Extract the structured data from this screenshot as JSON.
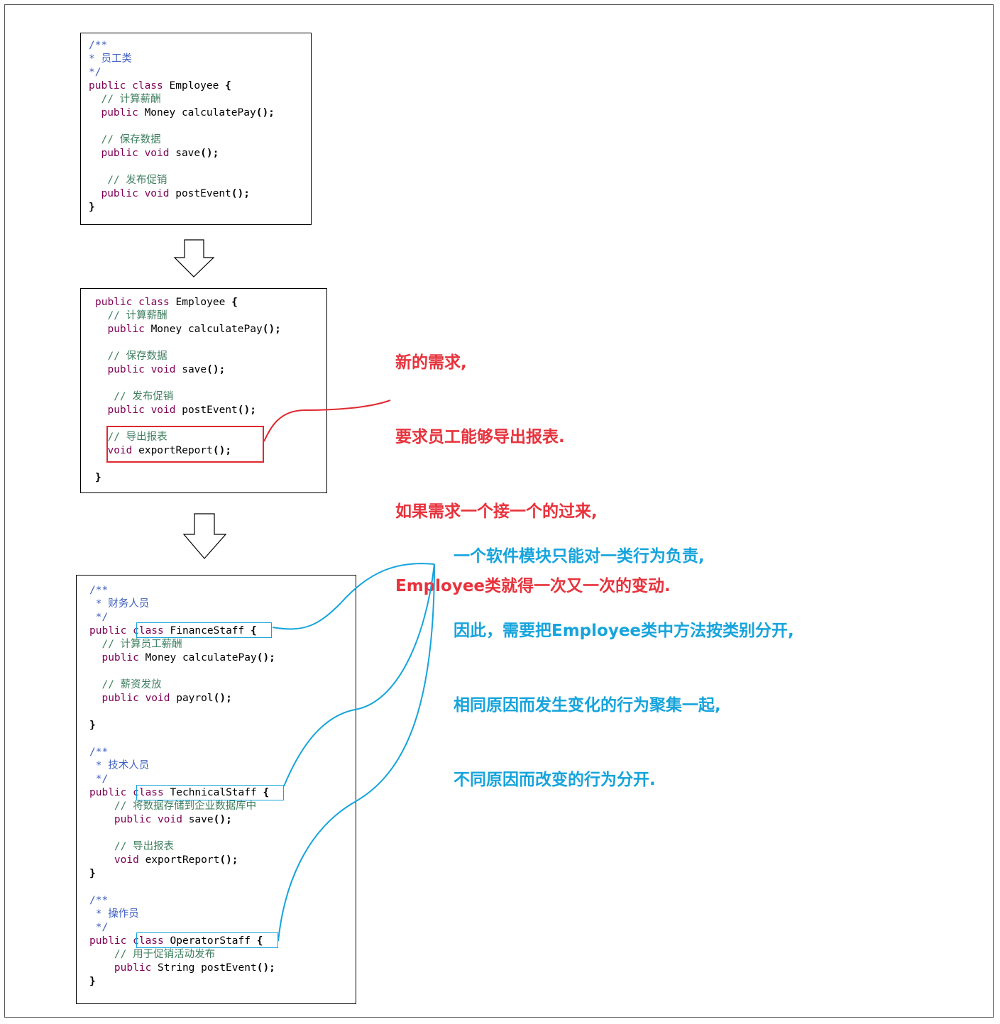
{
  "box1": {
    "lines": [
      [
        {
          "t": "/**",
          "c": "doc"
        }
      ],
      [
        {
          "t": "* 员工类",
          "c": "doc"
        }
      ],
      [
        {
          "t": "*/",
          "c": "doc"
        }
      ],
      [
        {
          "t": "public class ",
          "c": "kw"
        },
        {
          "t": "Employee ",
          "c": "plain"
        },
        {
          "t": "{",
          "c": "brace"
        }
      ],
      [
        {
          "t": "  // 计算薪酬",
          "c": "comment"
        }
      ],
      [
        {
          "t": "  public ",
          "c": "kw"
        },
        {
          "t": "Money calculatePay",
          "c": "plain"
        },
        {
          "t": "();",
          "c": "brace"
        }
      ],
      [],
      [
        {
          "t": "  // 保存数据",
          "c": "comment"
        }
      ],
      [
        {
          "t": "  public void ",
          "c": "kw"
        },
        {
          "t": "save",
          "c": "plain"
        },
        {
          "t": "();",
          "c": "brace"
        }
      ],
      [],
      [
        {
          "t": "   // 发布促销",
          "c": "comment"
        }
      ],
      [
        {
          "t": "  public void ",
          "c": "kw"
        },
        {
          "t": "postEvent",
          "c": "plain"
        },
        {
          "t": "();",
          "c": "brace"
        }
      ],
      [
        {
          "t": "}",
          "c": "brace"
        }
      ]
    ]
  },
  "box2": {
    "lines": [
      [
        {
          "t": "public class ",
          "c": "kw"
        },
        {
          "t": "Employee ",
          "c": "plain"
        },
        {
          "t": "{",
          "c": "brace"
        }
      ],
      [
        {
          "t": "  // 计算薪酬",
          "c": "comment"
        }
      ],
      [
        {
          "t": "  public ",
          "c": "kw"
        },
        {
          "t": "Money calculatePay",
          "c": "plain"
        },
        {
          "t": "();",
          "c": "brace"
        }
      ],
      [],
      [
        {
          "t": "  // 保存数据",
          "c": "comment"
        }
      ],
      [
        {
          "t": "  public void ",
          "c": "kw"
        },
        {
          "t": "save",
          "c": "plain"
        },
        {
          "t": "();",
          "c": "brace"
        }
      ],
      [],
      [
        {
          "t": "   // 发布促销",
          "c": "comment"
        }
      ],
      [
        {
          "t": "  public void ",
          "c": "kw"
        },
        {
          "t": "postEvent",
          "c": "plain"
        },
        {
          "t": "();",
          "c": "brace"
        }
      ],
      [],
      [
        {
          "t": "  // 导出报表",
          "c": "comment"
        }
      ],
      [
        {
          "t": "  void ",
          "c": "kw"
        },
        {
          "t": "exportReport",
          "c": "plain"
        },
        {
          "t": "();",
          "c": "brace"
        }
      ],
      [],
      [
        {
          "t": "}",
          "c": "brace"
        }
      ]
    ]
  },
  "box3": {
    "lines": [
      [
        {
          "t": "/**",
          "c": "doc"
        }
      ],
      [
        {
          "t": " * 财务人员",
          "c": "doc"
        }
      ],
      [
        {
          "t": " */",
          "c": "doc"
        }
      ],
      [
        {
          "t": "public ",
          "c": "kw"
        },
        {
          "t": "class ",
          "c": "kw"
        },
        {
          "t": "FinanceStaff ",
          "c": "plain"
        },
        {
          "t": "{",
          "c": "brace"
        }
      ],
      [
        {
          "t": "  // 计算员工薪酬",
          "c": "comment"
        }
      ],
      [
        {
          "t": "  public ",
          "c": "kw"
        },
        {
          "t": "Money calculatePay",
          "c": "plain"
        },
        {
          "t": "();",
          "c": "brace"
        }
      ],
      [],
      [
        {
          "t": "  // 薪资发放",
          "c": "comment"
        }
      ],
      [
        {
          "t": "  public void ",
          "c": "kw"
        },
        {
          "t": "payrol",
          "c": "plain"
        },
        {
          "t": "();",
          "c": "brace"
        }
      ],
      [],
      [
        {
          "t": "}",
          "c": "brace"
        }
      ],
      [],
      [
        {
          "t": "/**",
          "c": "doc"
        }
      ],
      [
        {
          "t": " * 技术人员",
          "c": "doc"
        }
      ],
      [
        {
          "t": " */",
          "c": "doc"
        }
      ],
      [
        {
          "t": "public ",
          "c": "kw"
        },
        {
          "t": "class ",
          "c": "kw"
        },
        {
          "t": "TechnicalStaff ",
          "c": "plain"
        },
        {
          "t": "{",
          "c": "brace"
        }
      ],
      [
        {
          "t": "    // 将数据存储到企业数据库中",
          "c": "comment"
        }
      ],
      [
        {
          "t": "    public void ",
          "c": "kw"
        },
        {
          "t": "save",
          "c": "plain"
        },
        {
          "t": "();",
          "c": "brace"
        }
      ],
      [],
      [
        {
          "t": "    // 导出报表",
          "c": "comment"
        }
      ],
      [
        {
          "t": "    void ",
          "c": "kw"
        },
        {
          "t": "exportReport",
          "c": "plain"
        },
        {
          "t": "();",
          "c": "brace"
        }
      ],
      [
        {
          "t": "}",
          "c": "brace"
        }
      ],
      [],
      [
        {
          "t": "/**",
          "c": "doc"
        }
      ],
      [
        {
          "t": " * 操作员",
          "c": "doc"
        }
      ],
      [
        {
          "t": " */",
          "c": "doc"
        }
      ],
      [
        {
          "t": "public ",
          "c": "kw"
        },
        {
          "t": "class ",
          "c": "kw"
        },
        {
          "t": "OperatorStaff ",
          "c": "plain"
        },
        {
          "t": "{",
          "c": "brace"
        }
      ],
      [
        {
          "t": "    // 用于促销活动发布",
          "c": "comment"
        }
      ],
      [
        {
          "t": "    public ",
          "c": "kw"
        },
        {
          "t": "String postEvent",
          "c": "plain"
        },
        {
          "t": "();",
          "c": "brace"
        }
      ],
      [
        {
          "t": "}",
          "c": "brace"
        }
      ]
    ]
  },
  "note_red": {
    "lines": [
      "新的需求,",
      "要求员工能够导出报表.",
      "如果需求一个接一个的过来,",
      "Employee类就得一次又一次的变动."
    ],
    "color": "#e8323c"
  },
  "note_blue": {
    "lines": [
      "一个软件模块只能对一类行为负责,",
      "因此，需要把Employee类中方法按类别分开,",
      "相同原因而发生变化的行为聚集一起,",
      "不同原因而改变的行为分开."
    ],
    "color": "#16a4dc"
  },
  "colors": {
    "keyword": "#7f0055",
    "comment": "#3f7f5f",
    "doc": "#3f5fbf",
    "highlight_red": "#e0292f",
    "connector_blue": "#16a4dc"
  }
}
